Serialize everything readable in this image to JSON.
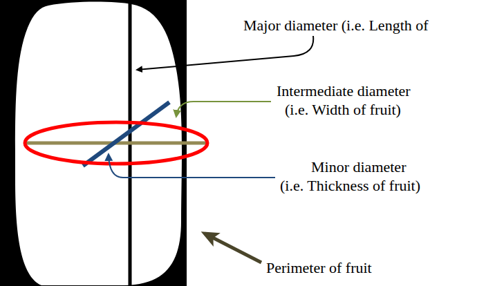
{
  "diagram": {
    "labels": [
      "Major diameter (i.e. Length of",
      "Intermediate diameter",
      "(i.e. Width of fruit)",
      "Minor diameter",
      "(i.e. Thickness of fruit)",
      "Perimeter of fruit"
    ]
  }
}
